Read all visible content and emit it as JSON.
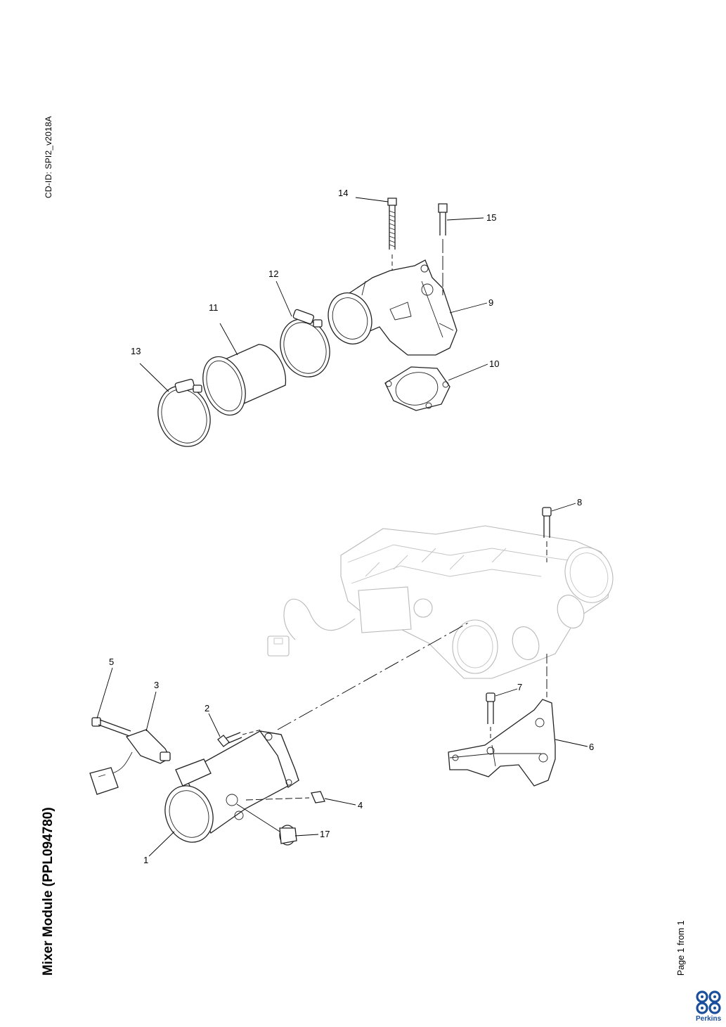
{
  "header": {
    "cd_id": "CD-ID: SPI2_v2018A"
  },
  "title": "Mixer Module (PPL094780)",
  "footer": {
    "page_label": "Page 1 from 1",
    "brand": "Perkins"
  },
  "callouts": {
    "c1": "1",
    "c2": "2",
    "c3": "3",
    "c4": "4",
    "c5": "5",
    "c6": "6",
    "c7": "7",
    "c8": "8",
    "c9": "9",
    "c10": "10",
    "c11": "11",
    "c12": "12",
    "c13": "13",
    "c14": "14",
    "c15": "15",
    "c17": "17"
  },
  "colors": {
    "line": "#000000",
    "ghost": "#b9b9b9",
    "brand": "#1a4f9c"
  }
}
